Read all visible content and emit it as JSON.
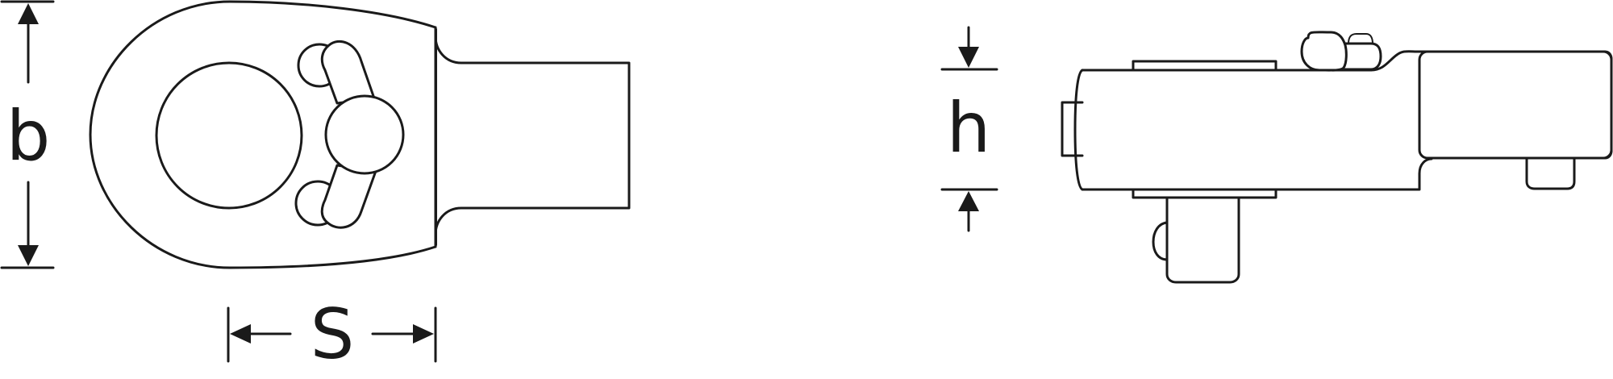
{
  "labels": {
    "width_dim": "b",
    "size_dim": "S",
    "height_dim": "h"
  },
  "colors": {
    "stroke": "#1a1a1a",
    "background": "#ffffff"
  }
}
